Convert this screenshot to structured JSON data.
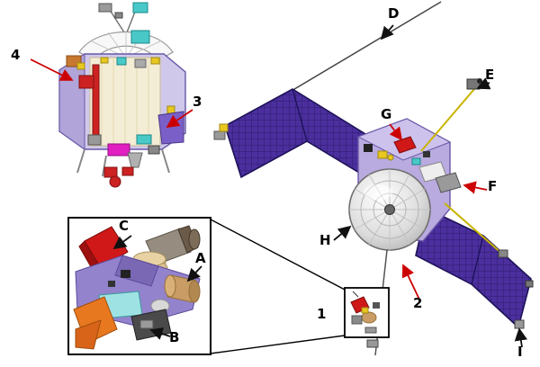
{
  "figure": {
    "colors": {
      "background": "#ffffff",
      "callout_red": "#cc0000",
      "callout_black": "#111111",
      "solar_panel_purple": "#4b2f9e",
      "bus_lavender": "#b9abdf",
      "dish_gray": "#d9d9d9"
    },
    "callouts": [
      {
        "id": "4",
        "text": "4",
        "arrow_color": "red"
      },
      {
        "id": "3",
        "text": "3",
        "arrow_color": "red"
      },
      {
        "id": "C",
        "text": "C",
        "arrow_color": "black"
      },
      {
        "id": "A",
        "text": "A",
        "arrow_color": "black"
      },
      {
        "id": "B",
        "text": "B",
        "arrow_color": "black"
      },
      {
        "id": "1",
        "text": "1",
        "arrow_color": "none"
      },
      {
        "id": "D",
        "text": "D",
        "arrow_color": "black"
      },
      {
        "id": "E",
        "text": "E",
        "arrow_color": "black"
      },
      {
        "id": "G",
        "text": "G",
        "arrow_color": "red"
      },
      {
        "id": "F",
        "text": "F",
        "arrow_color": "red"
      },
      {
        "id": "H",
        "text": "H",
        "arrow_color": "black"
      },
      {
        "id": "2",
        "text": "2",
        "arrow_color": "red"
      },
      {
        "id": "I",
        "text": "I",
        "arrow_color": "black"
      }
    ]
  }
}
